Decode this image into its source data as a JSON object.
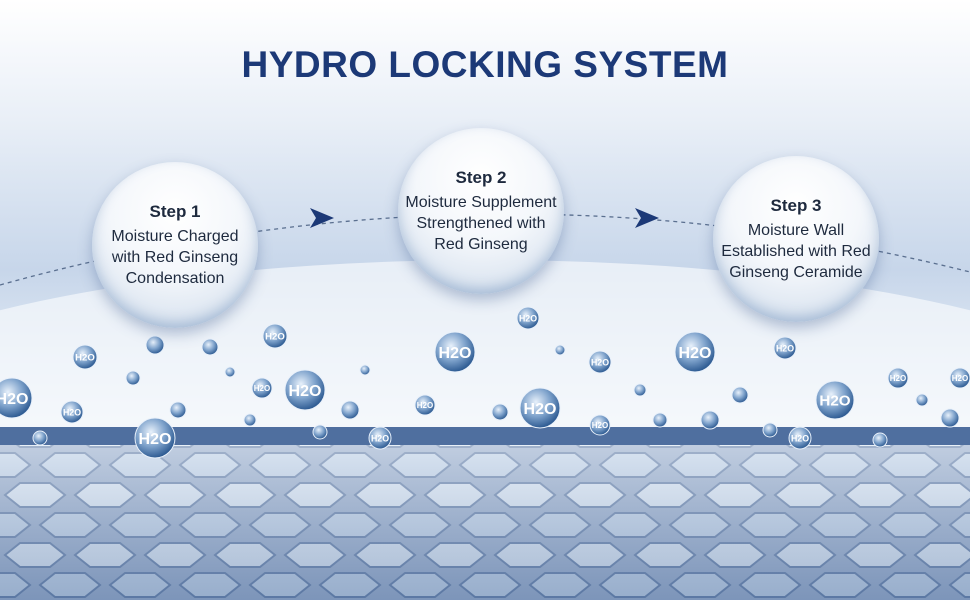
{
  "title": "HYDRO LOCKING SYSTEM",
  "bubble_label": "H2O",
  "steps": [
    {
      "label": "Step 1",
      "text": "Moisture Charged with Red Ginseng Condensation"
    },
    {
      "label": "Step 2",
      "text": "Moisture Supplement Strengthened with Red Ginseng"
    },
    {
      "label": "Step 3",
      "text": "Moisture Wall Established with Red Ginseng Ceramide"
    }
  ],
  "colors": {
    "title": "#1c3977",
    "band": "#4f6f9f",
    "arrow": "#1c3977"
  }
}
